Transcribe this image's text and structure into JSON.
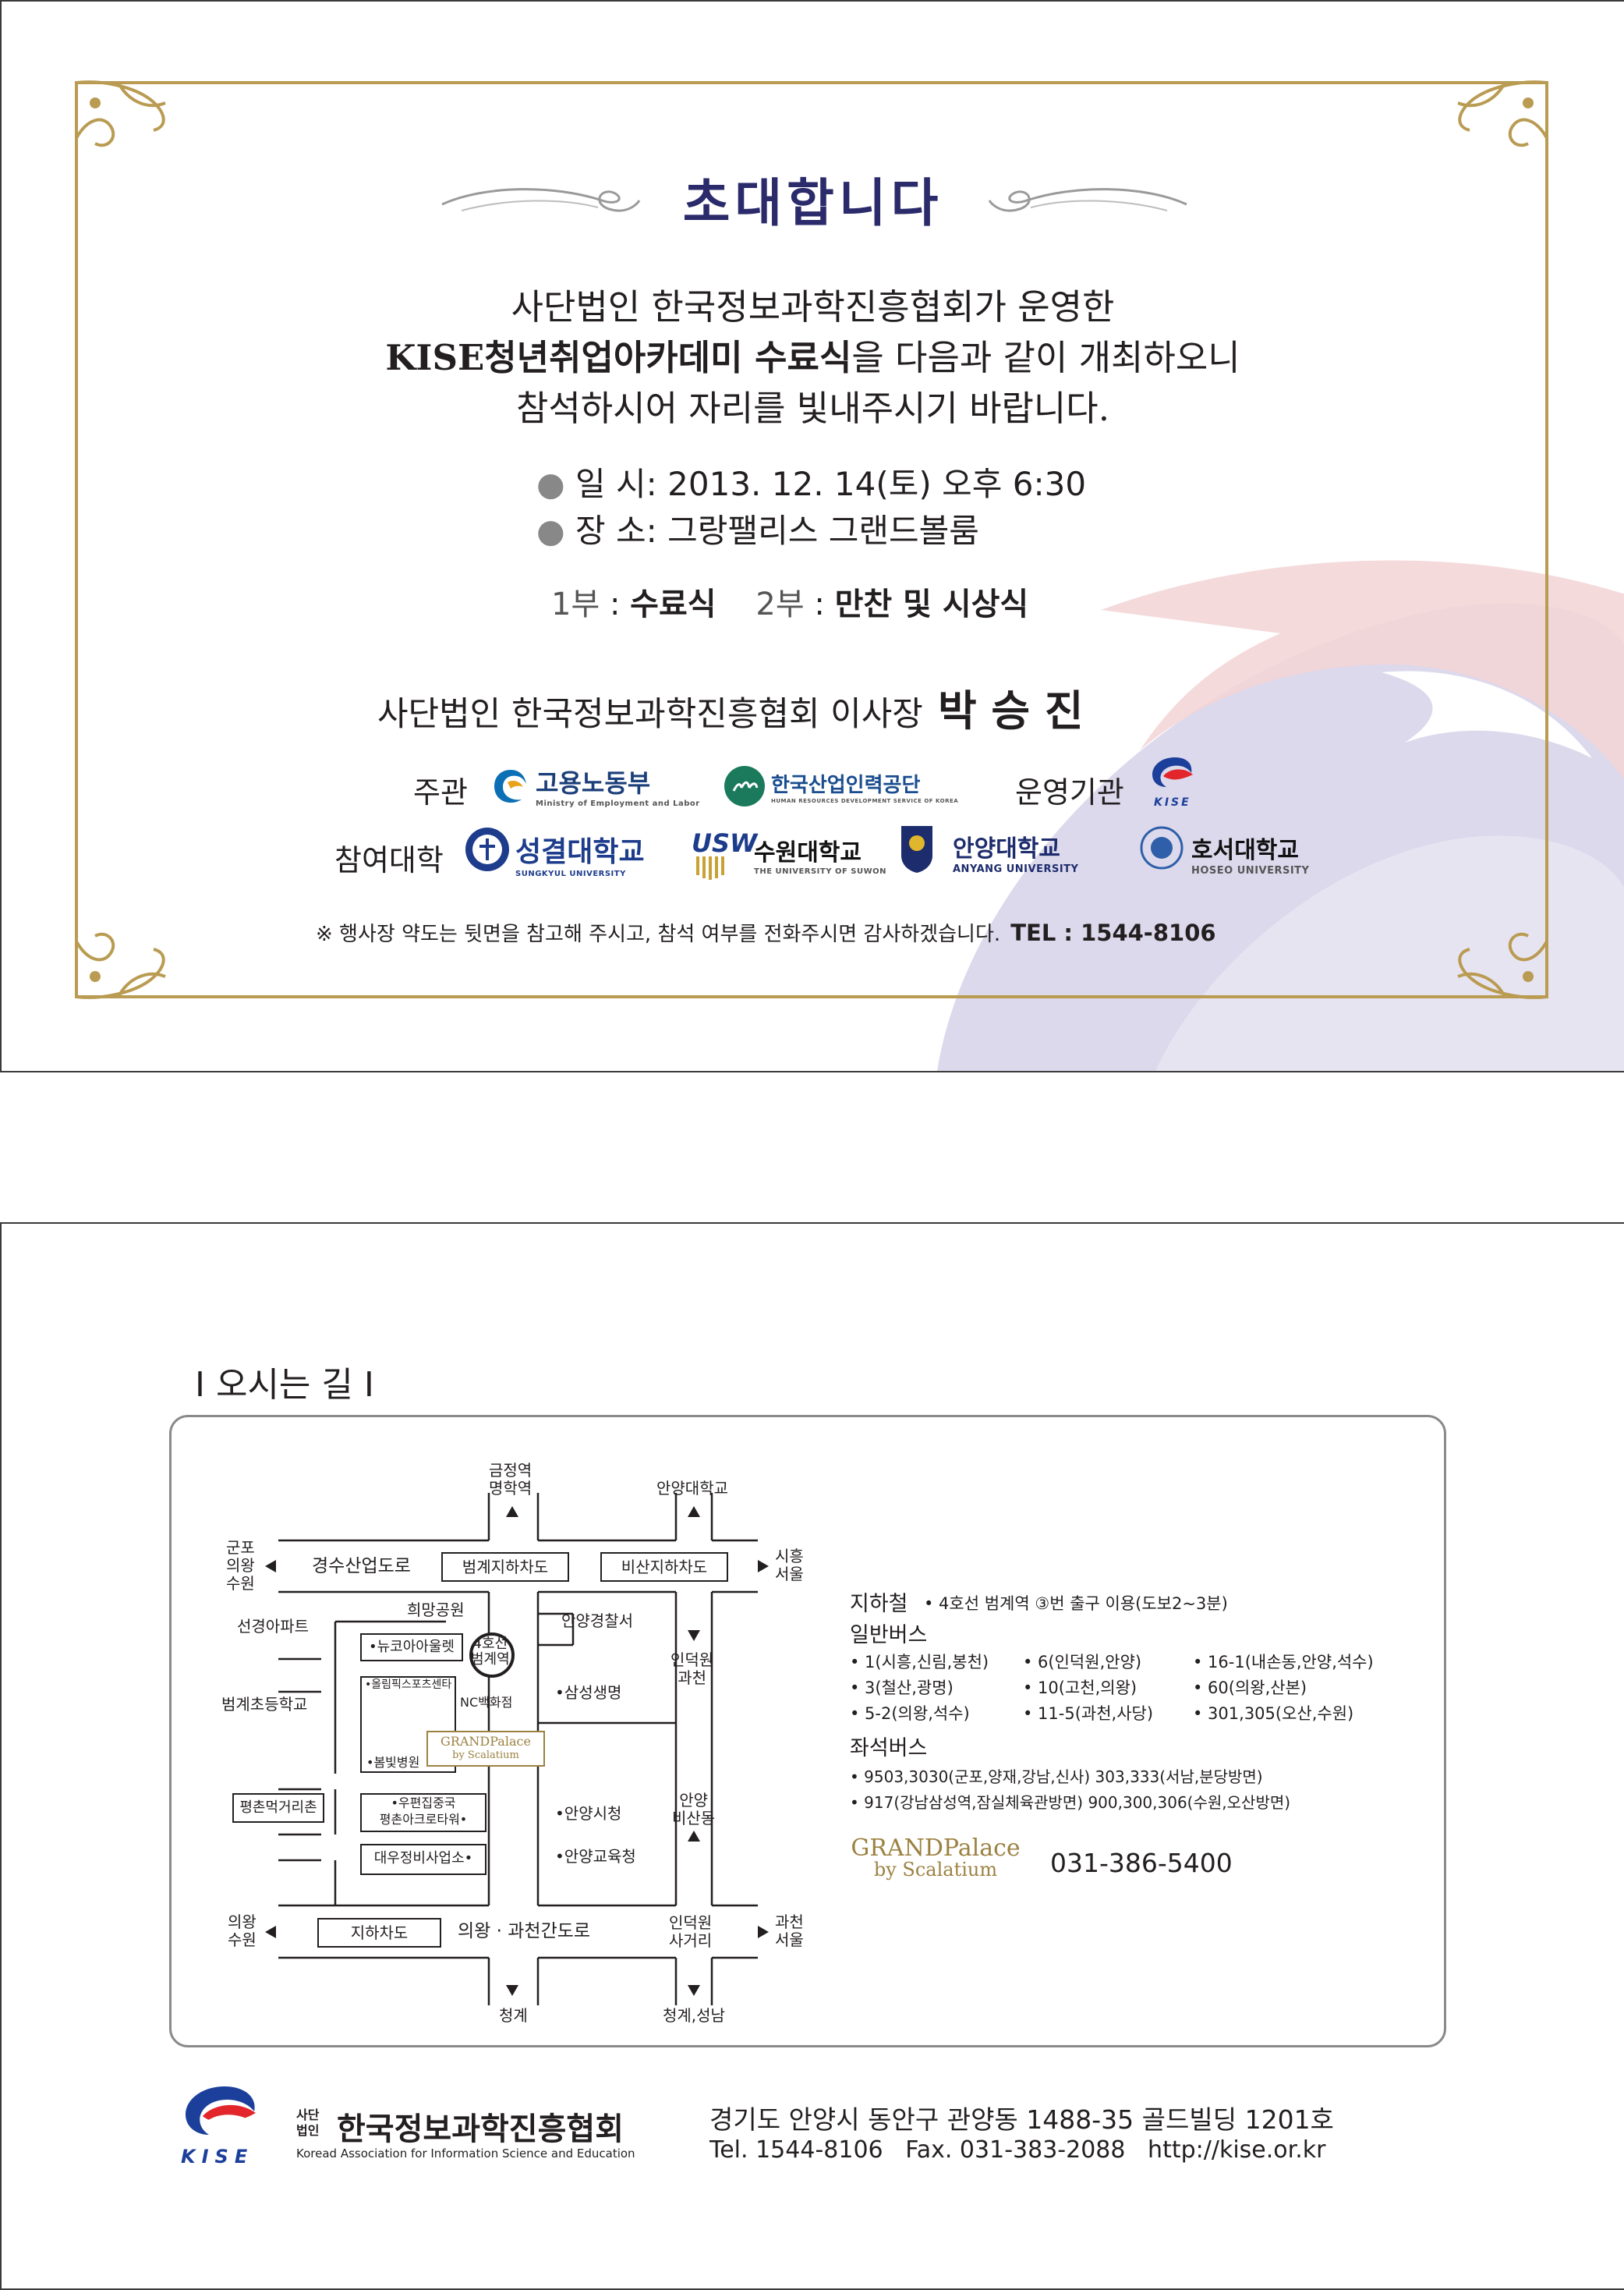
{
  "invitation": {
    "title": "초대합니다",
    "line1": "사단법인 한국정보과학진흥협회가 운영한",
    "line2_prefix": "KISE청년취업아카데미 수료식",
    "line2_suffix": "을 다음과 같이 개최하오니",
    "line3": "참석하시어 자리를 빛내주시기 바랍니다.",
    "date_label": "일 시",
    "date_value": "2013. 12. 14(토) 오후 6:30",
    "venue_label": "장 소",
    "venue_value": "그랑팰리스 그랜드볼룸",
    "part1_label": "1부",
    "part1_value": "수료식",
    "part2_label": "2부",
    "part2_value": "만찬 및 시상식",
    "host_prefix": "사단법인 한국정보과학진흥협회 이사장",
    "host_name": "박 승 진",
    "organizer_label": "주관",
    "operator_label": "운영기관",
    "participants_label": "참여대학",
    "logos": {
      "moel": {
        "name": "고용노동부",
        "sub": "Ministry of Employment and Labor"
      },
      "hrdk": {
        "name": "한국산업인력공단",
        "sub": "HUMAN RESOURCES DEVELOPMENT SERVICE OF KOREA"
      },
      "kise_small": "KISE",
      "sungkyul": {
        "name": "성결대학교",
        "sub": "SUNGKYUL UNIVERSITY"
      },
      "suwon": {
        "mark": "USW",
        "name": "수원대학교",
        "sub": "THE UNIVERSITY OF SUWON"
      },
      "anyang": {
        "name": "안양대학교",
        "sub": "ANYANG UNIVERSITY"
      },
      "hoseo": {
        "name": "호서대학교",
        "sub": "HOSEO UNIVERSITY"
      }
    },
    "note": "※ 행사장 약도는 뒷면을 참고해 주시고, 참석 여부를 전화주시면 감사하겠습니다.",
    "tel": "TEL : 1544-8106"
  },
  "directions": {
    "title": "I 오시는 길 I",
    "map": {
      "top_station": "금정역\n명학역",
      "top_univ": "안양대학교",
      "left_top": "군포\n의왕\n수원",
      "road_top": "경수산업도로",
      "underpass1": "범계지하차도",
      "underpass2": "비산지하차도",
      "right_top": "시흥\n서울",
      "park": "희망공원",
      "police": "안양경찰서",
      "apt": "선경아파트",
      "outlet": "•뉴코아아울렛",
      "station_circle": "4호선\n범계역",
      "deokwon": "인덕원\n과천",
      "olympic": "•올림픽스포츠센타",
      "nc": "NC백화점",
      "samsung": "•삼성생명",
      "school": "범계초등학교",
      "hospital": "•봄빛병원",
      "pyeongchon": "평촌먹거리촌",
      "post": "•우편집중국\n평촌아크로타워•",
      "cityhall": "•안양시청",
      "bisan": "안양\n비산동",
      "education": "•안양교육청",
      "daewoo": "대우정비사업소•",
      "left_bottom": "의왕\n수원",
      "underpass3": "지하차도",
      "road_bottom": "의왕 · 과천간도로",
      "deokwon2": "인덕원\n사거리",
      "right_bottom": "과천\n서울",
      "bottom1": "청계",
      "bottom2": "청계,성남",
      "grandpalace_map": "GRANDPalace",
      "grandpalace_map_sub": "by Scalatium"
    },
    "subway_label": "지하철",
    "subway_text": "• 4호선 범계역 ③번 출구 이용(도보2~3분)",
    "bus_label": "일반버스",
    "bus_rows": [
      [
        "• 1(시흥,신림,봉천)",
        "• 6(인덕원,안양)",
        "• 16-1(내손동,안양,석수)"
      ],
      [
        "• 3(철산,광명)",
        "• 10(고천,의왕)",
        "• 60(의왕,산본)"
      ],
      [
        "• 5-2(의왕,석수)",
        "• 11-5(과천,사당)",
        "• 301,305(오산,수원)"
      ]
    ],
    "seat_bus_label": "좌석버스",
    "seat_bus_lines": [
      "• 9503,3030(군포,양재,강남,신사) 303,333(서남,분당방면)",
      "• 917(강남삼성역,잠실체육관방면) 900,300,306(수원,오산방면)"
    ],
    "brand": "GRANDPalace",
    "brand_sub": "by Scalatium",
    "brand_phone": "031-386-5400"
  },
  "footer": {
    "kise": "KISE",
    "org_prefix": "사단\n법인",
    "org_name": "한국정보과학진흥협회",
    "org_en": "Koread Association for Information Science and Education",
    "address": "경기도 안양시 동안구 관양동 1488-35 골드빌딩 1201호",
    "contact": "Tel. 1544-8106   Fax. 031-383-2088   http://kise.or.kr"
  },
  "colors": {
    "gold_frame": "#b99b52",
    "title_navy": "#2b2a6b",
    "swirl_purple": "#d9d6ea",
    "swirl_red": "#f2cdd0",
    "map_border": "#7a7a7a",
    "brand_gold": "#9c8242"
  }
}
